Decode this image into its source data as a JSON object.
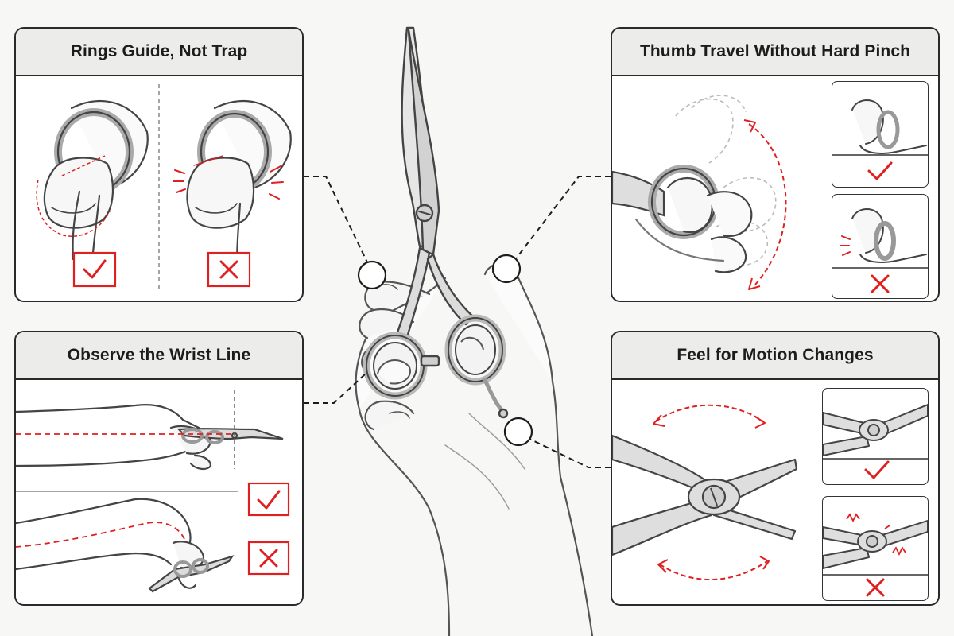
{
  "panels": {
    "rings": {
      "title": "Rings Guide, Not Trap"
    },
    "thumb": {
      "title": "Thumb Travel Without Hard Pinch"
    },
    "wrist": {
      "title": "Observe the Wrist Line"
    },
    "motion": {
      "title": "Feel for Motion Changes"
    }
  },
  "colors": {
    "accent": "#e02020",
    "ink": "#2a2a2a",
    "header": "#ececea",
    "background": "#f7f7f6"
  },
  "icons": [
    "check-icon",
    "cross-icon"
  ]
}
